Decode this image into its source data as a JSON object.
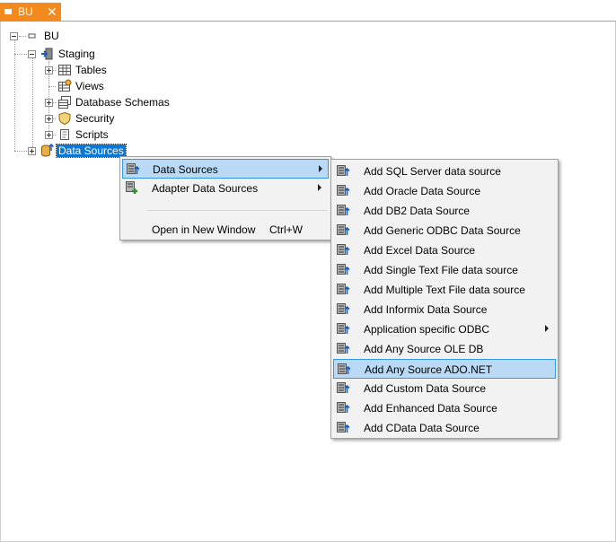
{
  "tab": {
    "label": "BU",
    "close": "✕"
  },
  "tree": {
    "root": "BU",
    "staging": "Staging",
    "children": [
      "Tables",
      "Views",
      "Database Schemas",
      "Security",
      "Scripts"
    ],
    "data_sources": "Data Sources"
  },
  "context_menu": {
    "items": [
      {
        "label": "Data Sources",
        "has_submenu": true
      },
      {
        "label": "Adapter Data Sources",
        "has_submenu": true
      },
      {
        "label": "Open in New Window",
        "shortcut": "Ctrl+W"
      }
    ]
  },
  "submenu": {
    "items": [
      "Add SQL Server data source",
      "Add Oracle Data Source",
      "Add DB2 Data Source",
      "Add Generic ODBC Data Source",
      "Add Excel Data Source",
      "Add Single Text File data source",
      "Add Multiple Text File data source",
      "Add Informix Data Source",
      "Application specific ODBC",
      "Add Any Source OLE DB",
      "Add Any Source ADO.NET",
      "Add Custom Data Source",
      "Add Enhanced Data Source",
      "Add CData Data Source"
    ],
    "highlighted": "Add Any Source ADO.NET"
  },
  "colors": {
    "tab": "#f28a1d",
    "selection": "#0a78d7",
    "menu_highlight": "#b9d9f4",
    "menu_border": "#3399e0"
  }
}
